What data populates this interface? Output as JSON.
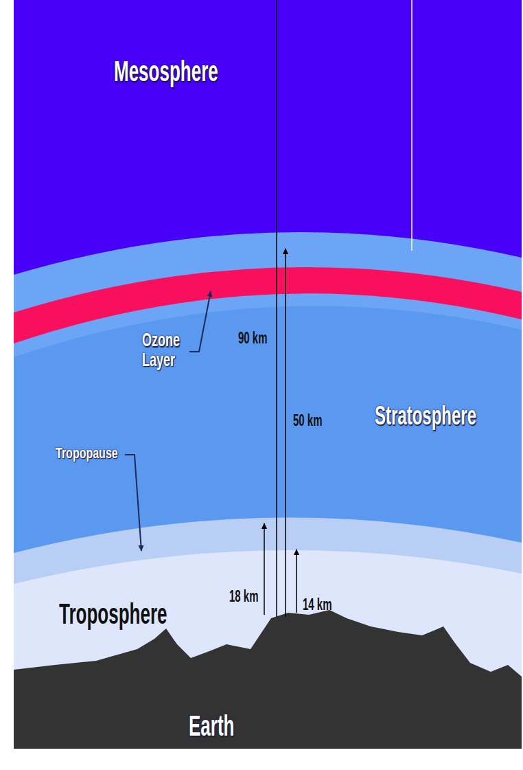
{
  "diagram": {
    "labels": [
      "Mesosphere",
      "Ozone Layer",
      "90 km",
      "50 km",
      "Stratosphere",
      "Tropopause",
      "18 km",
      "14 km",
      "Troposphere",
      "Earth"
    ]
  }
}
